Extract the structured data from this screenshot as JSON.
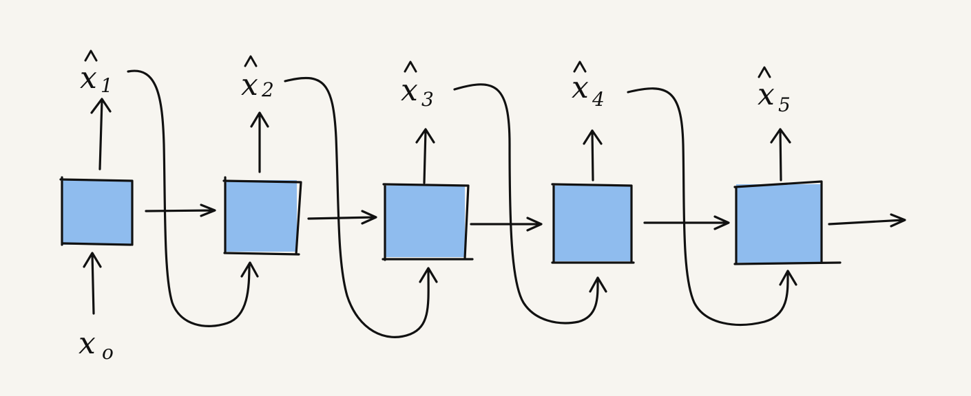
{
  "input_label": {
    "base": "x",
    "sub": "o"
  },
  "outputs": [
    {
      "base": "x",
      "sub": "1"
    },
    {
      "base": "x",
      "sub": "2"
    },
    {
      "base": "x",
      "sub": "3"
    },
    {
      "base": "x",
      "sub": "4"
    },
    {
      "base": "x",
      "sub": "5"
    }
  ],
  "colors": {
    "cell_fill": "#8fbcee",
    "ink": "#111111",
    "paper": "#f7f5f0"
  }
}
